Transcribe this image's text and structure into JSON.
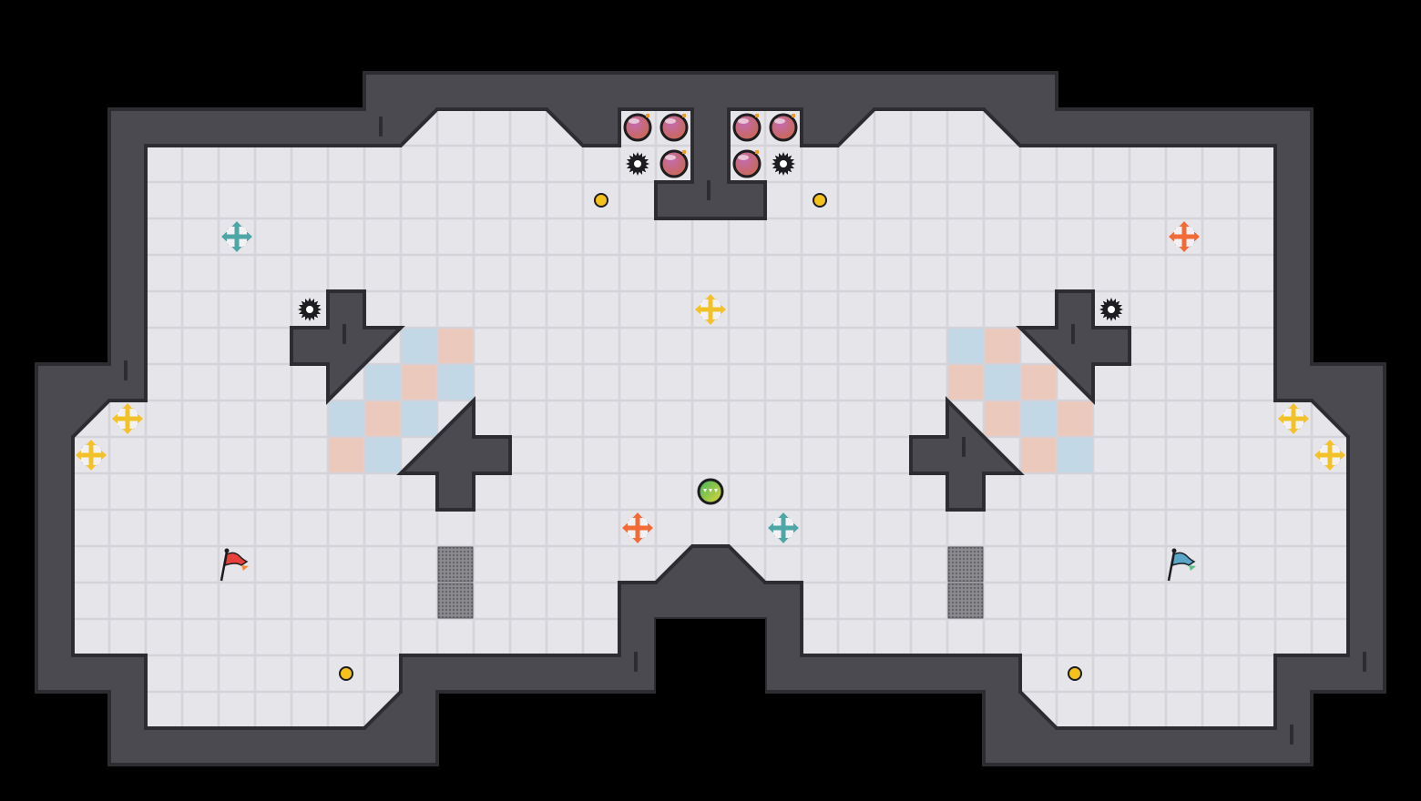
{
  "level": {
    "name": "arena-map",
    "colors": {
      "background": "#000000",
      "wall": "#4a4a50",
      "wall_edge": "#2c2c31",
      "floor": "#e6e6ea",
      "floor_grid": "#d3d3d9",
      "tile_blue": "#c3d8e6",
      "tile_peach": "#ebcabd",
      "grate": "#6e6e72",
      "coin": "#f5c21b",
      "bomb": "#a85a9e",
      "saw": "#1d1d1f",
      "player": "#7ccc4a",
      "arrow_teal": "#4fa6a6",
      "arrow_orange": "#f26a35",
      "arrow_yellow": "#f3c12a",
      "flag_red": "#e8413c",
      "flag_blue": "#5aa6c8"
    },
    "counts": {
      "bombs": 6,
      "saws": 4,
      "coins": 4,
      "move_pads": 9,
      "flags": 2,
      "grates": 4
    }
  }
}
